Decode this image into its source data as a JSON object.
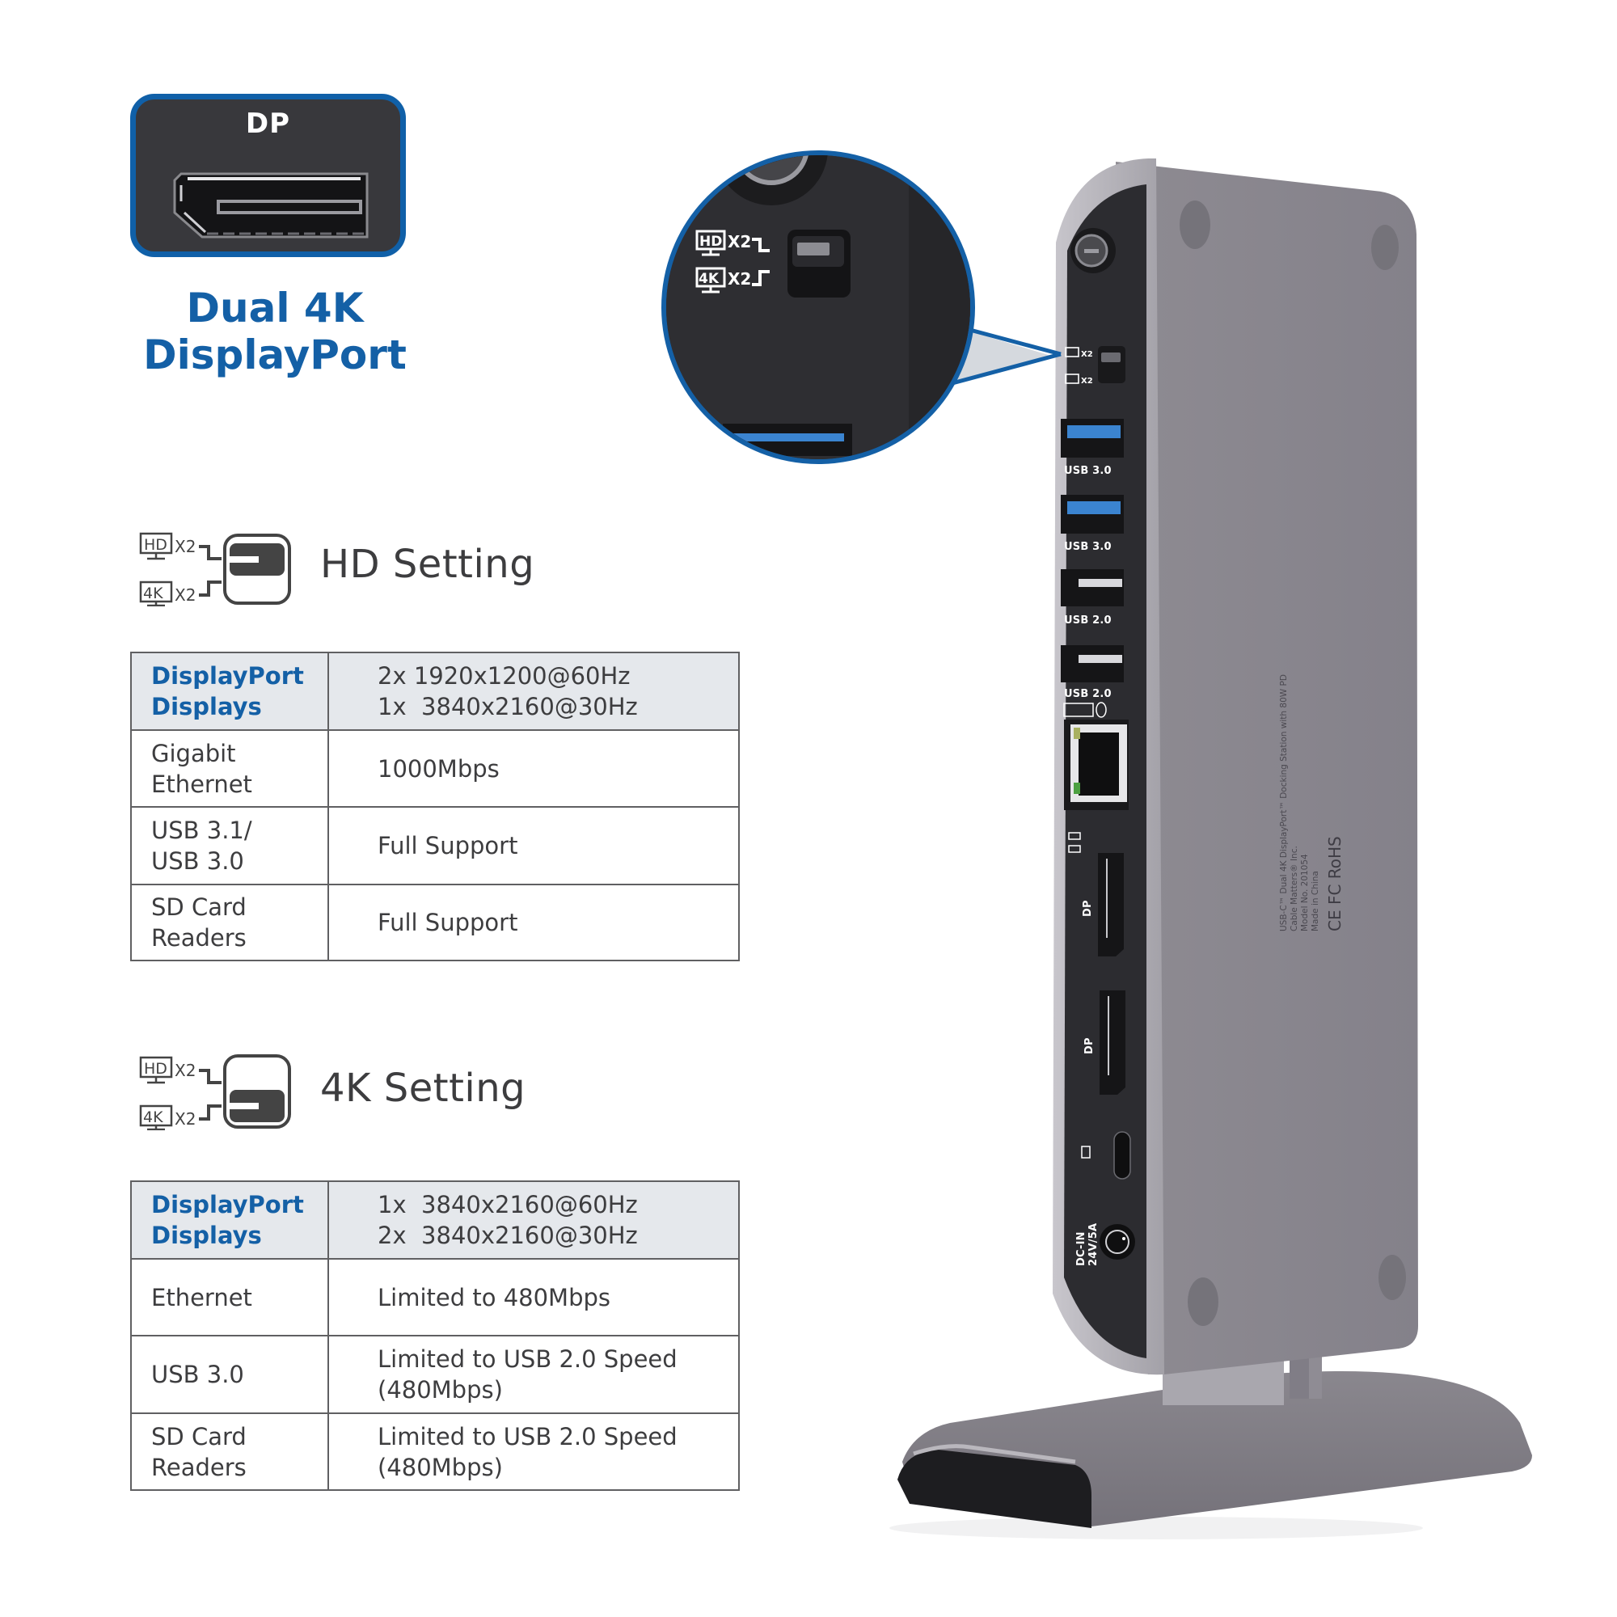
{
  "dp_badge": {
    "label": "DP",
    "icon": "displayport-connector-icon"
  },
  "headline": {
    "line1": "Dual 4K",
    "line2": "DisplayPort"
  },
  "colors": {
    "brand_blue": "#1460a6",
    "text_gray": "#3d3d3f",
    "table_head_bg": "#e5e8ec",
    "border_gray": "#606062",
    "dock_body": "#8c8990",
    "dock_panel": "#2c2c30"
  },
  "switch_icon": {
    "hd_label": "HD",
    "k4_label": "4K",
    "multiplier": "X2"
  },
  "hd_setting": {
    "title": "HD Setting",
    "switch_position": "up",
    "rows": [
      {
        "key": [
          "DisplayPort",
          "Displays"
        ],
        "value": [
          "2x 1920x1200@60Hz",
          "1x  3840x2160@30Hz"
        ],
        "header": true
      },
      {
        "key": [
          "Gigabit",
          "Ethernet"
        ],
        "value": [
          "1000Mbps"
        ]
      },
      {
        "key": [
          "USB 3.1/",
          "USB 3.0"
        ],
        "value": [
          "Full Support"
        ]
      },
      {
        "key": [
          "SD Card",
          "Readers"
        ],
        "value": [
          "Full Support"
        ]
      }
    ]
  },
  "k4_setting": {
    "title": "4K Setting",
    "switch_position": "down",
    "rows": [
      {
        "key": [
          "DisplayPort",
          "Displays"
        ],
        "value": [
          "1x  3840x2160@60Hz",
          "2x  3840x2160@30Hz"
        ],
        "header": true
      },
      {
        "key": [
          "Ethernet"
        ],
        "value": [
          "Limited to 480Mbps"
        ]
      },
      {
        "key": [
          "USB 3.0"
        ],
        "value": [
          "Limited to USB 2.0 Speed",
          "(480Mbps)"
        ]
      },
      {
        "key": [
          "SD Card",
          "Readers"
        ],
        "value": [
          "Limited to USB 2.0 Speed",
          "(480Mbps)"
        ]
      }
    ]
  },
  "callout": {
    "hd_label": "HD",
    "k4_label": "4K",
    "multiplier": "X2"
  },
  "dock": {
    "ports": [
      {
        "label": "USB 3.0",
        "type": "usb-a-3"
      },
      {
        "label": "USB 3.0",
        "type": "usb-a-3"
      },
      {
        "label": "USB 2.0",
        "type": "usb-a-2"
      },
      {
        "label": "USB 2.0",
        "type": "usb-a-2"
      },
      {
        "label": "",
        "type": "ethernet"
      },
      {
        "label": "DP",
        "type": "displayport"
      },
      {
        "label": "DP",
        "type": "displayport"
      },
      {
        "label": "",
        "type": "usb-c"
      },
      {
        "label": "DC-IN\n24V/5A",
        "type": "dc-in"
      }
    ],
    "dc_line1": "DC-IN",
    "dc_line2": "24V/5A",
    "dp_label": "DP",
    "switch_hd": "HD",
    "switch_4k": "4K",
    "switch_x2": "X2",
    "side_text": {
      "line1": "USB-C™ Dual 4K DisplayPort™ Docking Station with 80W PD",
      "line2": "Cable Matters® Inc.",
      "line3": "Model No. 201054",
      "line4": "Made in China",
      "certs": "CE  FC  RoHS"
    }
  }
}
